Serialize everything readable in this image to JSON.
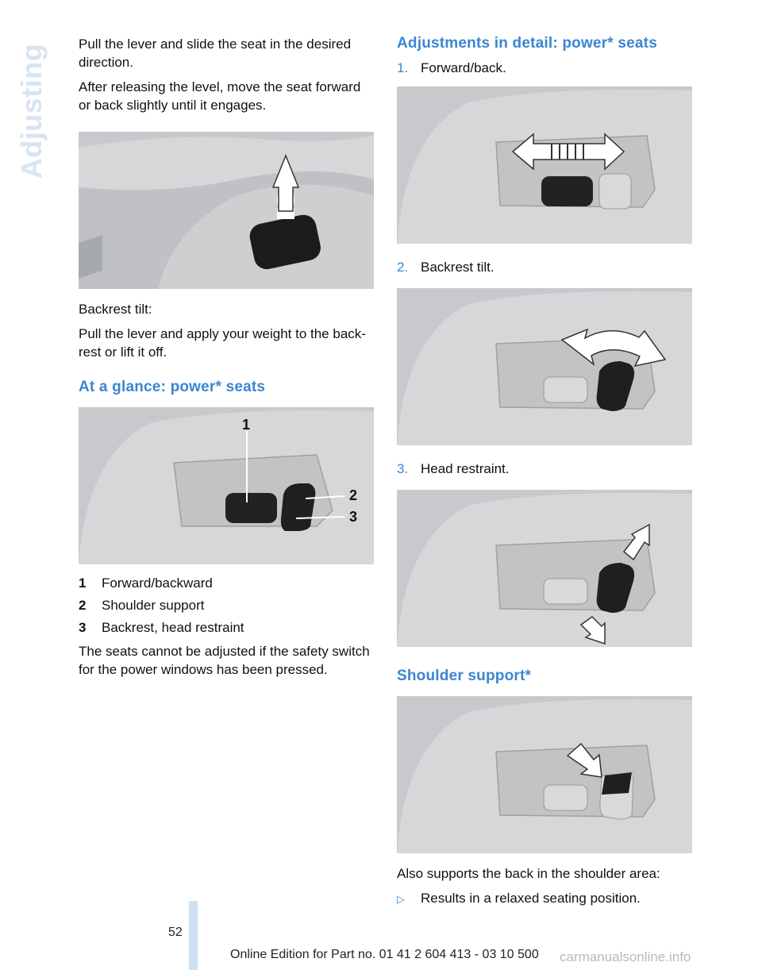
{
  "side_tab": "Adjusting",
  "left": {
    "para1": "Pull the lever and slide the seat in the desired direction.",
    "para2": "After releasing the level, move the seat forward or back slightly until it engages.",
    "backrest_heading": "Backrest tilt:",
    "backrest_text": "Pull the lever and apply your weight to the back-rest or lift it off.",
    "glance_heading": "At a glance: power* seats",
    "callouts": [
      "1",
      "2",
      "3"
    ],
    "legend": [
      {
        "num": "1",
        "text": "Forward/backward"
      },
      {
        "num": "2",
        "text": "Shoulder support"
      },
      {
        "num": "3",
        "text": "Backrest, head restraint"
      }
    ],
    "note": "The seats cannot be adjusted if the safety switch for the power windows has been pressed."
  },
  "right": {
    "detail_heading": "Adjustments in detail: power* seats",
    "steps": [
      {
        "num": "1.",
        "text": "Forward/back."
      },
      {
        "num": "2.",
        "text": "Backrest tilt."
      },
      {
        "num": "3.",
        "text": "Head restraint."
      }
    ],
    "shoulder_heading": "Shoulder support*",
    "shoulder_text": "Also supports the back in the shoulder area:",
    "bullet_marker": "▷",
    "bullet": "Results in a relaxed seating position."
  },
  "footer": {
    "page_number": "52",
    "edition": "Online Edition for Part no. 01 41 2 604 413 - 03 10 500",
    "watermark": "carmanualsonline.info"
  },
  "colors": {
    "accent": "#3a86d1",
    "side_tab": "#d9e4f1",
    "figure_bg": "#c9cbce"
  }
}
